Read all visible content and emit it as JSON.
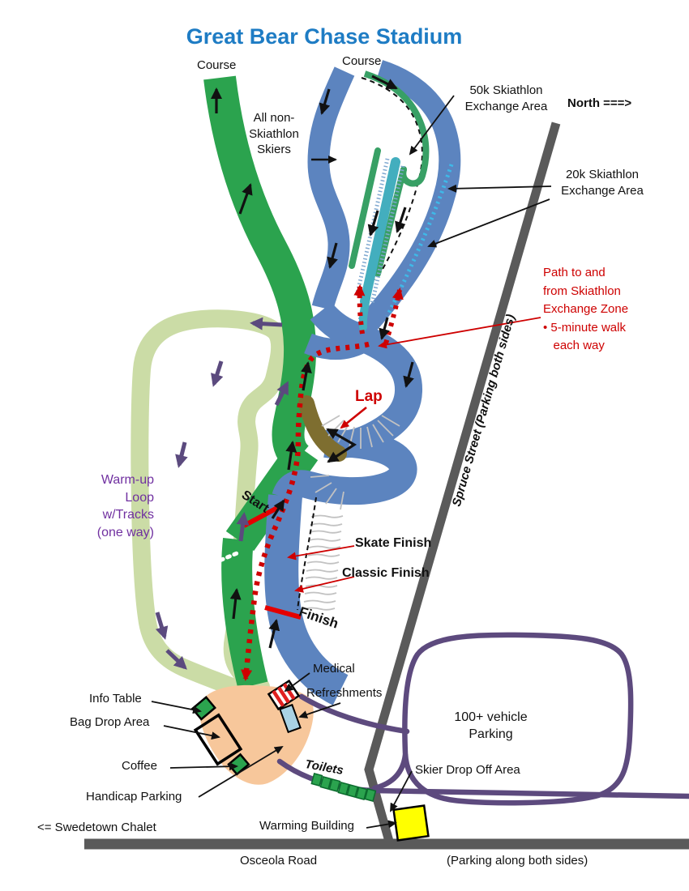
{
  "title": "Great Bear Chase Stadium",
  "colors": {
    "title_blue": "#1E7CC4",
    "course_green": "#2BA34E",
    "course_blue": "#5C84BF",
    "warmup_pale_green": "#CBDCA6",
    "exchange_teal": "#43AEBE",
    "cyan_ticks": "#3FB9E8",
    "stadium_peach": "#F7C79B",
    "parking_purple": "#5D4A7E",
    "road_gray": "#5A5A5A",
    "accent_red": "#CE0000",
    "warmup_text_purple": "#7030A0",
    "lap_brown": "#7E6E30",
    "warming_yellow": "#FFFF00",
    "refreshments_blue": "#A9D2E4"
  },
  "labels": {
    "course_left": "Course",
    "course_right": "Course",
    "all_non_skiathlon": "All non-\nSkiathlon\nSkiers",
    "exchange_50k": "50k Skiathlon\nExchange Area",
    "north": "North ===>",
    "exchange_20k": "20k Skiathlon\nExchange Area",
    "path_note": "Path to and\nfrom Skiathlon\nExchange Zone\n• 5-minute walk\n   each way",
    "spruce_street": "Spruce Street (Parking both sides)",
    "lap": "Lap",
    "warmup_loop": "Warm-up\nLoop\nw/Tracks\n(one way)",
    "start": "Start",
    "skate_finish": "Skate Finish",
    "classic_finish": "Classic Finish",
    "finish": "Finish",
    "medical": "Medical",
    "refreshments": "Refreshments",
    "info_table": "Info Table",
    "bag_drop": "Bag Drop Area",
    "coffee": "Coffee",
    "handicap_parking": "Handicap Parking",
    "parking_100": "100+ vehicle\nParking",
    "toilets": "Toilets",
    "skier_drop_off": "Skier Drop Off Area",
    "warming_building": "Warming Building",
    "swedetown": "<= Swedetown Chalet",
    "osceola_road": "Osceola Road",
    "parking_both_sides": "(Parking along both sides)"
  }
}
